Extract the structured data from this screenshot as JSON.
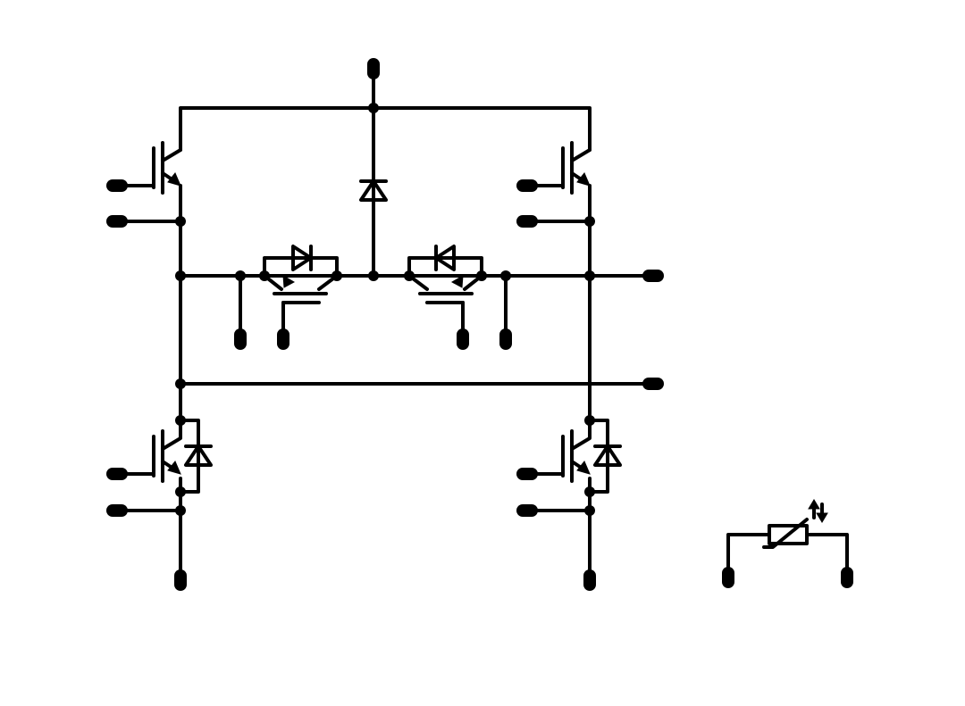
{
  "diagram": {
    "type": "circuit-schematic",
    "description_visible_text": "",
    "colors": {
      "wire": "#000000",
      "background": "#ffffff"
    },
    "components": [
      {
        "id": "q1",
        "kind": "igbt",
        "position": "upper-left"
      },
      {
        "id": "q2",
        "kind": "igbt",
        "position": "upper-right"
      },
      {
        "id": "q3",
        "kind": "igbt-with-freewheel-diode",
        "position": "lower-left"
      },
      {
        "id": "q4",
        "kind": "igbt-with-freewheel-diode",
        "position": "lower-right"
      },
      {
        "id": "q5",
        "kind": "igbt-with-antiparallel-diode",
        "position": "center-left"
      },
      {
        "id": "q6",
        "kind": "igbt-with-antiparallel-diode",
        "position": "center-right"
      },
      {
        "id": "d1",
        "kind": "diode",
        "position": "center-top"
      },
      {
        "id": "ntc",
        "kind": "thermistor",
        "position": "bottom-right"
      }
    ],
    "terminal_count": 19
  }
}
